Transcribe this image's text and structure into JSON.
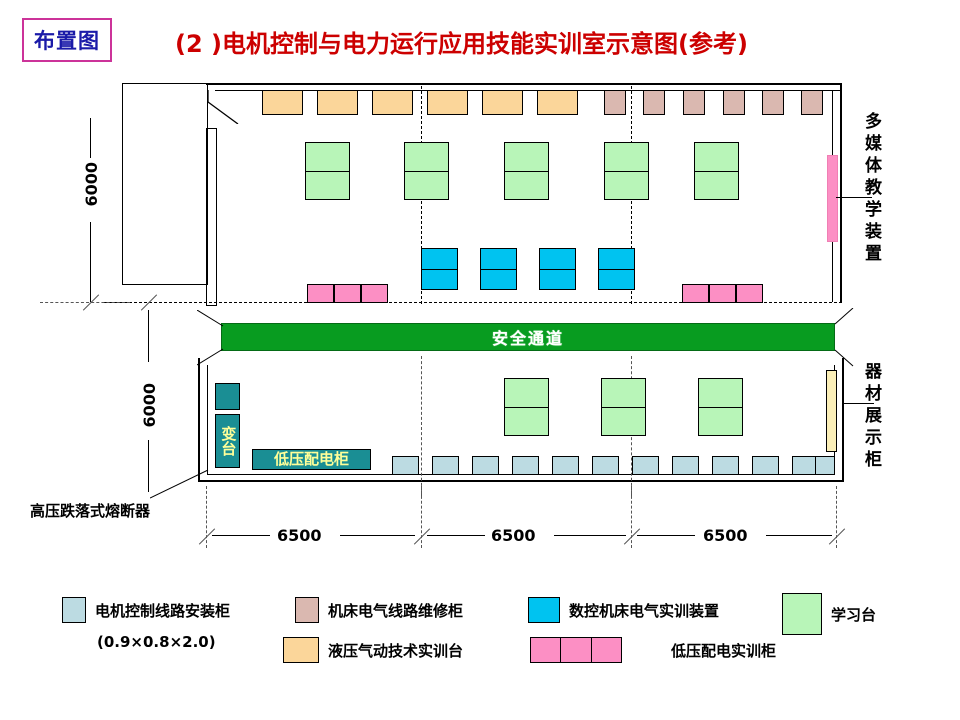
{
  "header": {
    "badge": "布置图",
    "title": "(2 )电机控制与电力运行应用技能实训室示意图(参考)"
  },
  "plan": {
    "safety_aisle_label": "安全通道",
    "transformer_label": "变台",
    "lv_cabinet_label": "低压配电柜",
    "right_caption_top": "多媒体教学装置",
    "right_caption_bottom": "器材展示柜",
    "hv_fuse_label": "高压跌落式熔断器",
    "dim_vertical_top": "6000",
    "dim_vertical_bottom": "6000",
    "dim_horizontal": [
      "6500",
      "6500",
      "6500"
    ],
    "counts": {
      "hydraulic_benches": 6,
      "machine_repair_cabinets": 6,
      "study_tables_upper": 5,
      "cnc_units": 4,
      "lv_training_groups_upper": 2,
      "study_tables_lower": 3,
      "motor_cabinets_lower": 12
    }
  },
  "legend": {
    "items": [
      {
        "label": "电机控制线路安装柜",
        "sublabel": "(0.9×0.8×2.0)",
        "color": "#bcdbe2",
        "swatch": "single"
      },
      {
        "label": "机床电气线路维修柜",
        "sublabel": "",
        "color": "#dab8b0",
        "swatch": "single"
      },
      {
        "label": "液压气动技术实训台",
        "sublabel": "",
        "color": "#fbd69a",
        "swatch": "single"
      },
      {
        "label": "数控机床电气实训装置",
        "sublabel": "",
        "color": "#00c3f0",
        "swatch": "single"
      },
      {
        "label": "低压配电实训柜",
        "sublabel": "",
        "color": "#fc8fc4",
        "swatch": "triple"
      },
      {
        "label": "学习台",
        "sublabel": "",
        "color": "#b8f5b8",
        "swatch": "single"
      }
    ]
  },
  "colors": {
    "title_red": "#cc0000",
    "badge_blue": "#1a1aa8",
    "badge_border": "#cc3399",
    "aisle_green": "#089c20",
    "teal": "#1a8e94",
    "teal_text": "#ffff99"
  }
}
